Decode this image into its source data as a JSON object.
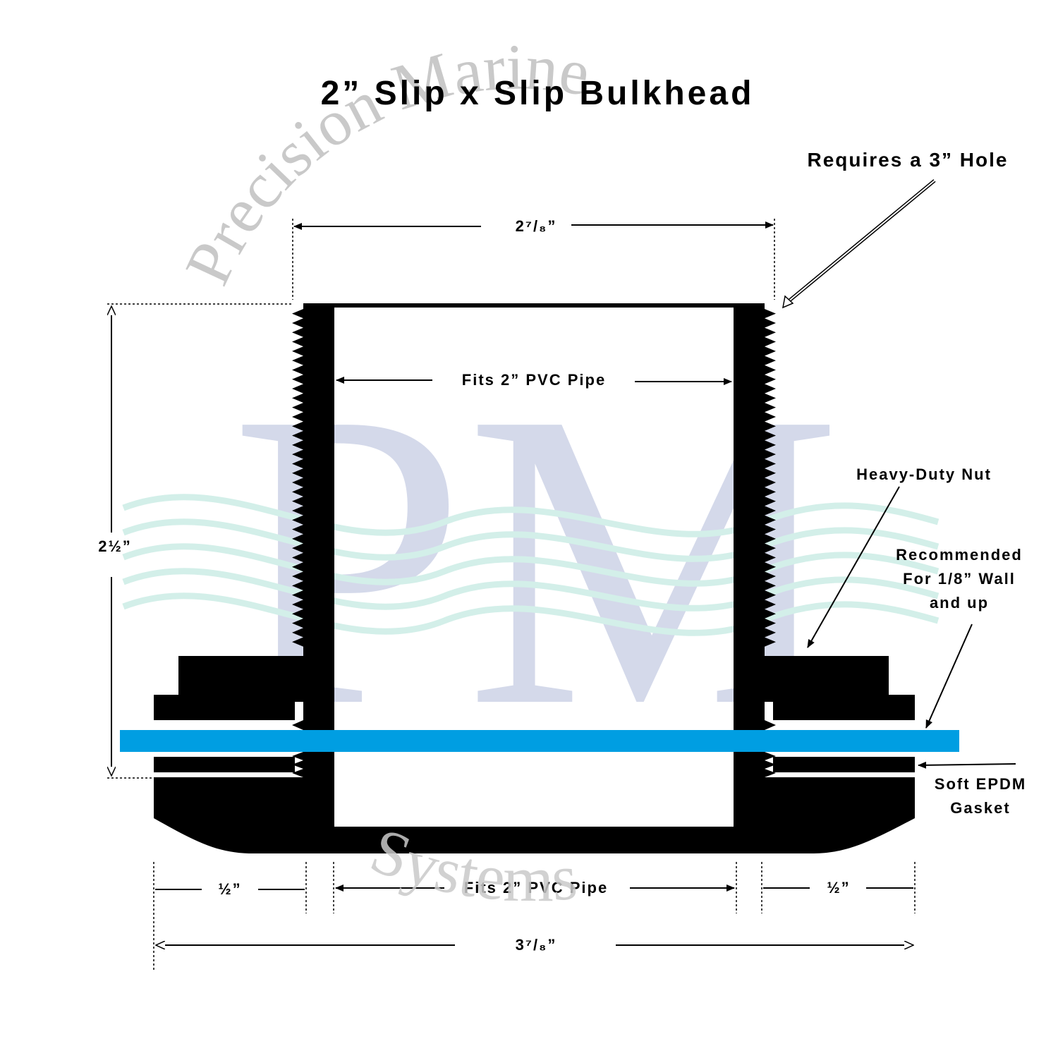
{
  "title": "2” Slip x Slip Bulkhead",
  "watermark": {
    "arc_top": "Precision Marine",
    "arc_bottom": "Systems",
    "monogram": "PM",
    "letter_color": "#d4d9ea",
    "wave_color": "#d3efe9",
    "text_color": "#c9c9c9"
  },
  "colors": {
    "part": "#000000",
    "wall": "#009ee2"
  },
  "labels": {
    "hole_note": "Requires a 3” Hole",
    "top_width": "2⁷/₈”",
    "inner_top": "Fits 2” PVC Pipe",
    "height": "2½”",
    "nut": "Heavy-Duty Nut",
    "wall_note": [
      "Recommended",
      "For 1/8” Wall",
      "and up"
    ],
    "gasket": [
      "Soft EPDM",
      "Gasket"
    ],
    "flange_left": "½”",
    "inner_bottom": "Fits 2” PVC Pipe",
    "flange_right": "½”",
    "overall_width": "3⁷/₈”"
  }
}
